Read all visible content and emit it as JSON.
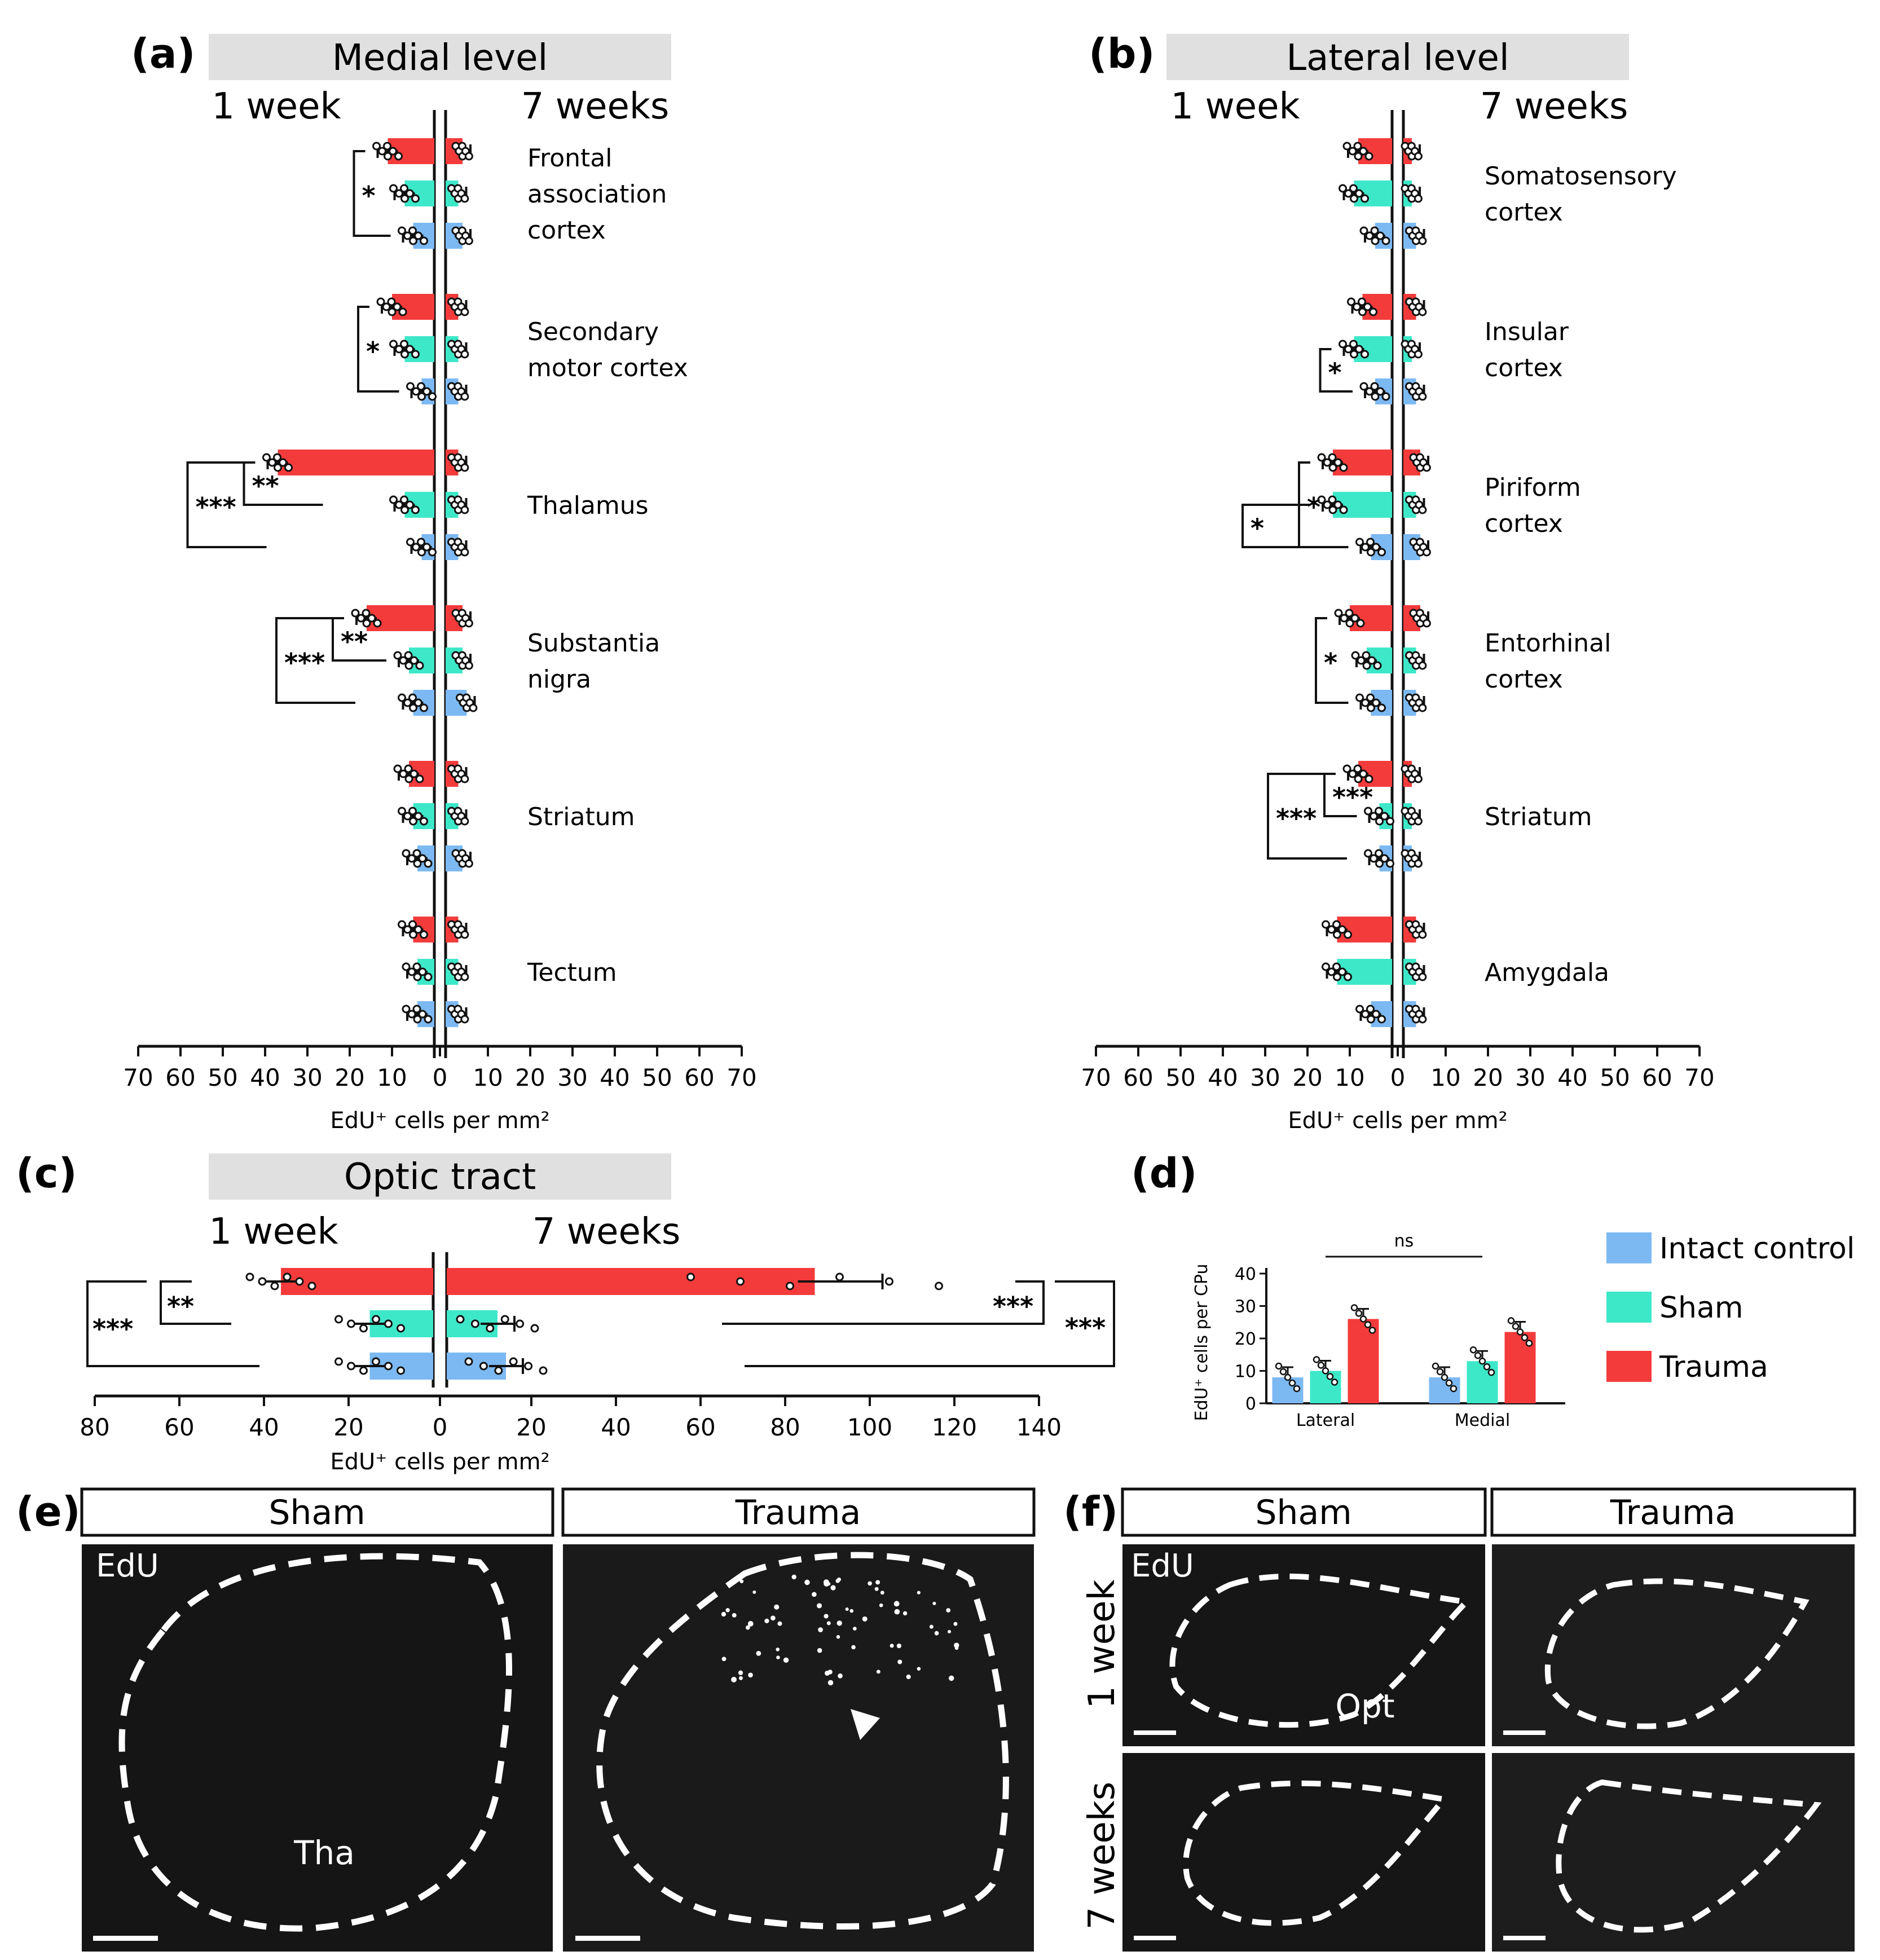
{
  "colors": {
    "intact": "#7cb9f2",
    "sham": "#3de8c8",
    "trauma": "#f43b3b",
    "ink": "#111111",
    "titlebar": "#e0e0e0"
  },
  "series_labels": [
    "Intact control",
    "Sham",
    "Trauma"
  ],
  "panels": {
    "a": {
      "letter": "(a)",
      "title": "Medial level",
      "left": "1 week",
      "right": "7 weeks",
      "xlabel": "EdU⁺ cells per mm²"
    },
    "b": {
      "letter": "(b)",
      "title": "Lateral level",
      "left": "1 week",
      "right": "7 weeks",
      "xlabel": "EdU⁺ cells per mm²"
    },
    "c": {
      "letter": "(c)",
      "title": "Optic tract",
      "left": "1 week",
      "right": "7 weeks",
      "xlabel": "EdU⁺ cells per mm²"
    },
    "d": {
      "letter": "(d)",
      "ylabel": "EdU⁺ cells per CPu",
      "ns": "ns"
    },
    "e": {
      "letter": "(e)",
      "col1": "Sham",
      "col2": "Trauma",
      "edu": "EdU",
      "region": "Tha"
    },
    "f": {
      "letter": "(f)",
      "col1": "Sham",
      "col2": "Trauma",
      "row1": "1 week",
      "row2": "7 weeks",
      "edu": "EdU",
      "region": "Opt"
    }
  },
  "chart_data": [
    {
      "panel": "a",
      "type": "bar",
      "orientation": "horizontal-mirrored",
      "title": "Medial level",
      "xlabel": "EdU⁺ cells per mm²",
      "xticks": [
        70,
        60,
        50,
        40,
        30,
        20,
        10,
        0,
        10,
        20,
        30,
        40,
        50,
        60,
        70
      ],
      "xlim": [
        0,
        70
      ],
      "groups": [
        {
          "name": "Frontal association cortex",
          "label_lines": [
            "Frontal",
            "association",
            "cortex"
          ],
          "week1": [
            5,
            7,
            11
          ],
          "week7": [
            4,
            3,
            4
          ]
        },
        {
          "name": "Secondary motor cortex",
          "label_lines": [
            "Secondary",
            "motor cortex"
          ],
          "week1": [
            3,
            7,
            10
          ],
          "week7": [
            3,
            3,
            3
          ]
        },
        {
          "name": "Thalamus",
          "label_lines": [
            "Thalamus"
          ],
          "week1": [
            3,
            7,
            37
          ],
          "week7": [
            3,
            3,
            3
          ]
        },
        {
          "name": "Substantia nigra",
          "label_lines": [
            "Substantia",
            "nigra"
          ],
          "week1": [
            5,
            6,
            16
          ],
          "week7": [
            5,
            4,
            4
          ]
        },
        {
          "name": "Striatum",
          "label_lines": [
            "Striatum"
          ],
          "week1": [
            4,
            5,
            6
          ],
          "week7": [
            4,
            3,
            3
          ]
        },
        {
          "name": "Tectum",
          "label_lines": [
            "Tectum"
          ],
          "week1": [
            4,
            4,
            5
          ],
          "week7": [
            3,
            3,
            3
          ]
        }
      ],
      "significance": [
        {
          "group": 0,
          "from": "trauma",
          "to": "intact",
          "label": "*"
        },
        {
          "group": 1,
          "from": "trauma",
          "to": "intact",
          "label": "*"
        },
        {
          "group": 2,
          "from": "trauma",
          "to": "sham",
          "label": "**"
        },
        {
          "group": 2,
          "from": "trauma",
          "to": "intact",
          "label": "***"
        },
        {
          "group": 3,
          "from": "trauma",
          "to": "sham",
          "label": "**"
        },
        {
          "group": 3,
          "from": "trauma",
          "to": "intact",
          "label": "***"
        }
      ]
    },
    {
      "panel": "b",
      "type": "bar",
      "orientation": "horizontal-mirrored",
      "title": "Lateral level",
      "xlabel": "EdU⁺ cells per mm²",
      "xticks": [
        70,
        60,
        50,
        40,
        30,
        20,
        10,
        0,
        10,
        20,
        30,
        40,
        50,
        60,
        70
      ],
      "xlim": [
        0,
        70
      ],
      "groups": [
        {
          "name": "Somatosensory cortex",
          "label_lines": [
            "Somatosensory",
            "cortex"
          ],
          "week1": [
            4,
            9,
            8
          ],
          "week7": [
            3,
            2,
            2
          ]
        },
        {
          "name": "Insular cortex",
          "label_lines": [
            "Insular",
            "cortex"
          ],
          "week1": [
            4,
            9,
            7
          ],
          "week7": [
            3,
            2,
            3
          ]
        },
        {
          "name": "Piriform cortex",
          "label_lines": [
            "Piriform",
            "cortex"
          ],
          "week1": [
            5,
            14,
            14
          ],
          "week7": [
            4,
            3,
            4
          ]
        },
        {
          "name": "Entorhinal cortex",
          "label_lines": [
            "Entorhinal",
            "cortex"
          ],
          "week1": [
            5,
            6,
            10
          ],
          "week7": [
            3,
            3,
            4
          ]
        },
        {
          "name": "Striatum",
          "label_lines": [
            "Striatum"
          ],
          "week1": [
            3,
            3,
            8
          ],
          "week7": [
            2,
            2,
            2
          ]
        },
        {
          "name": "Amygdala",
          "label_lines": [
            "Amygdala"
          ],
          "week1": [
            5,
            13,
            13
          ],
          "week7": [
            3,
            3,
            3
          ]
        }
      ],
      "significance": [
        {
          "group": 1,
          "from": "sham",
          "to": "intact",
          "label": "*"
        },
        {
          "group": 2,
          "from": "trauma",
          "to": "intact",
          "label": "*"
        },
        {
          "group": 2,
          "from": "sham",
          "to": "intact",
          "label": "*"
        },
        {
          "group": 3,
          "from": "trauma",
          "to": "intact",
          "label": "*"
        },
        {
          "group": 4,
          "from": "trauma",
          "to": "sham",
          "label": "***"
        },
        {
          "group": 4,
          "from": "trauma",
          "to": "intact",
          "label": "***"
        }
      ]
    },
    {
      "panel": "c",
      "type": "bar",
      "orientation": "horizontal-mirrored",
      "title": "Optic tract",
      "xlabel": "EdU⁺ cells per mm²",
      "xticks_left": [
        80,
        60,
        40,
        20,
        0
      ],
      "xticks_right": [
        0,
        20,
        40,
        60,
        80,
        100,
        120,
        140
      ],
      "xlim_left": [
        0,
        80
      ],
      "xlim_right": [
        0,
        140
      ],
      "groups": [
        {
          "name": "Optic tract",
          "week1": [
            15,
            15,
            36
          ],
          "week7": [
            14,
            12,
            87
          ]
        }
      ],
      "significance": [
        {
          "side": "left",
          "from": "trauma",
          "to": "sham",
          "label": "**"
        },
        {
          "side": "left",
          "from": "trauma",
          "to": "intact",
          "label": "***"
        },
        {
          "side": "right",
          "from": "trauma",
          "to": "sham",
          "label": "***"
        },
        {
          "side": "right",
          "from": "trauma",
          "to": "intact",
          "label": "***"
        }
      ]
    },
    {
      "panel": "d",
      "type": "bar",
      "ylabel": "EdU⁺ cells per CPu",
      "categories": [
        "Lateral",
        "Medial"
      ],
      "yticks": [
        0,
        10,
        20,
        30,
        40
      ],
      "ylim": [
        0,
        40
      ],
      "series": [
        {
          "name": "Intact control",
          "values": [
            8,
            8
          ]
        },
        {
          "name": "Sham",
          "values": [
            10,
            13
          ]
        },
        {
          "name": "Trauma",
          "values": [
            26,
            22
          ]
        }
      ],
      "annotation": "ns",
      "legend": "right"
    }
  ]
}
